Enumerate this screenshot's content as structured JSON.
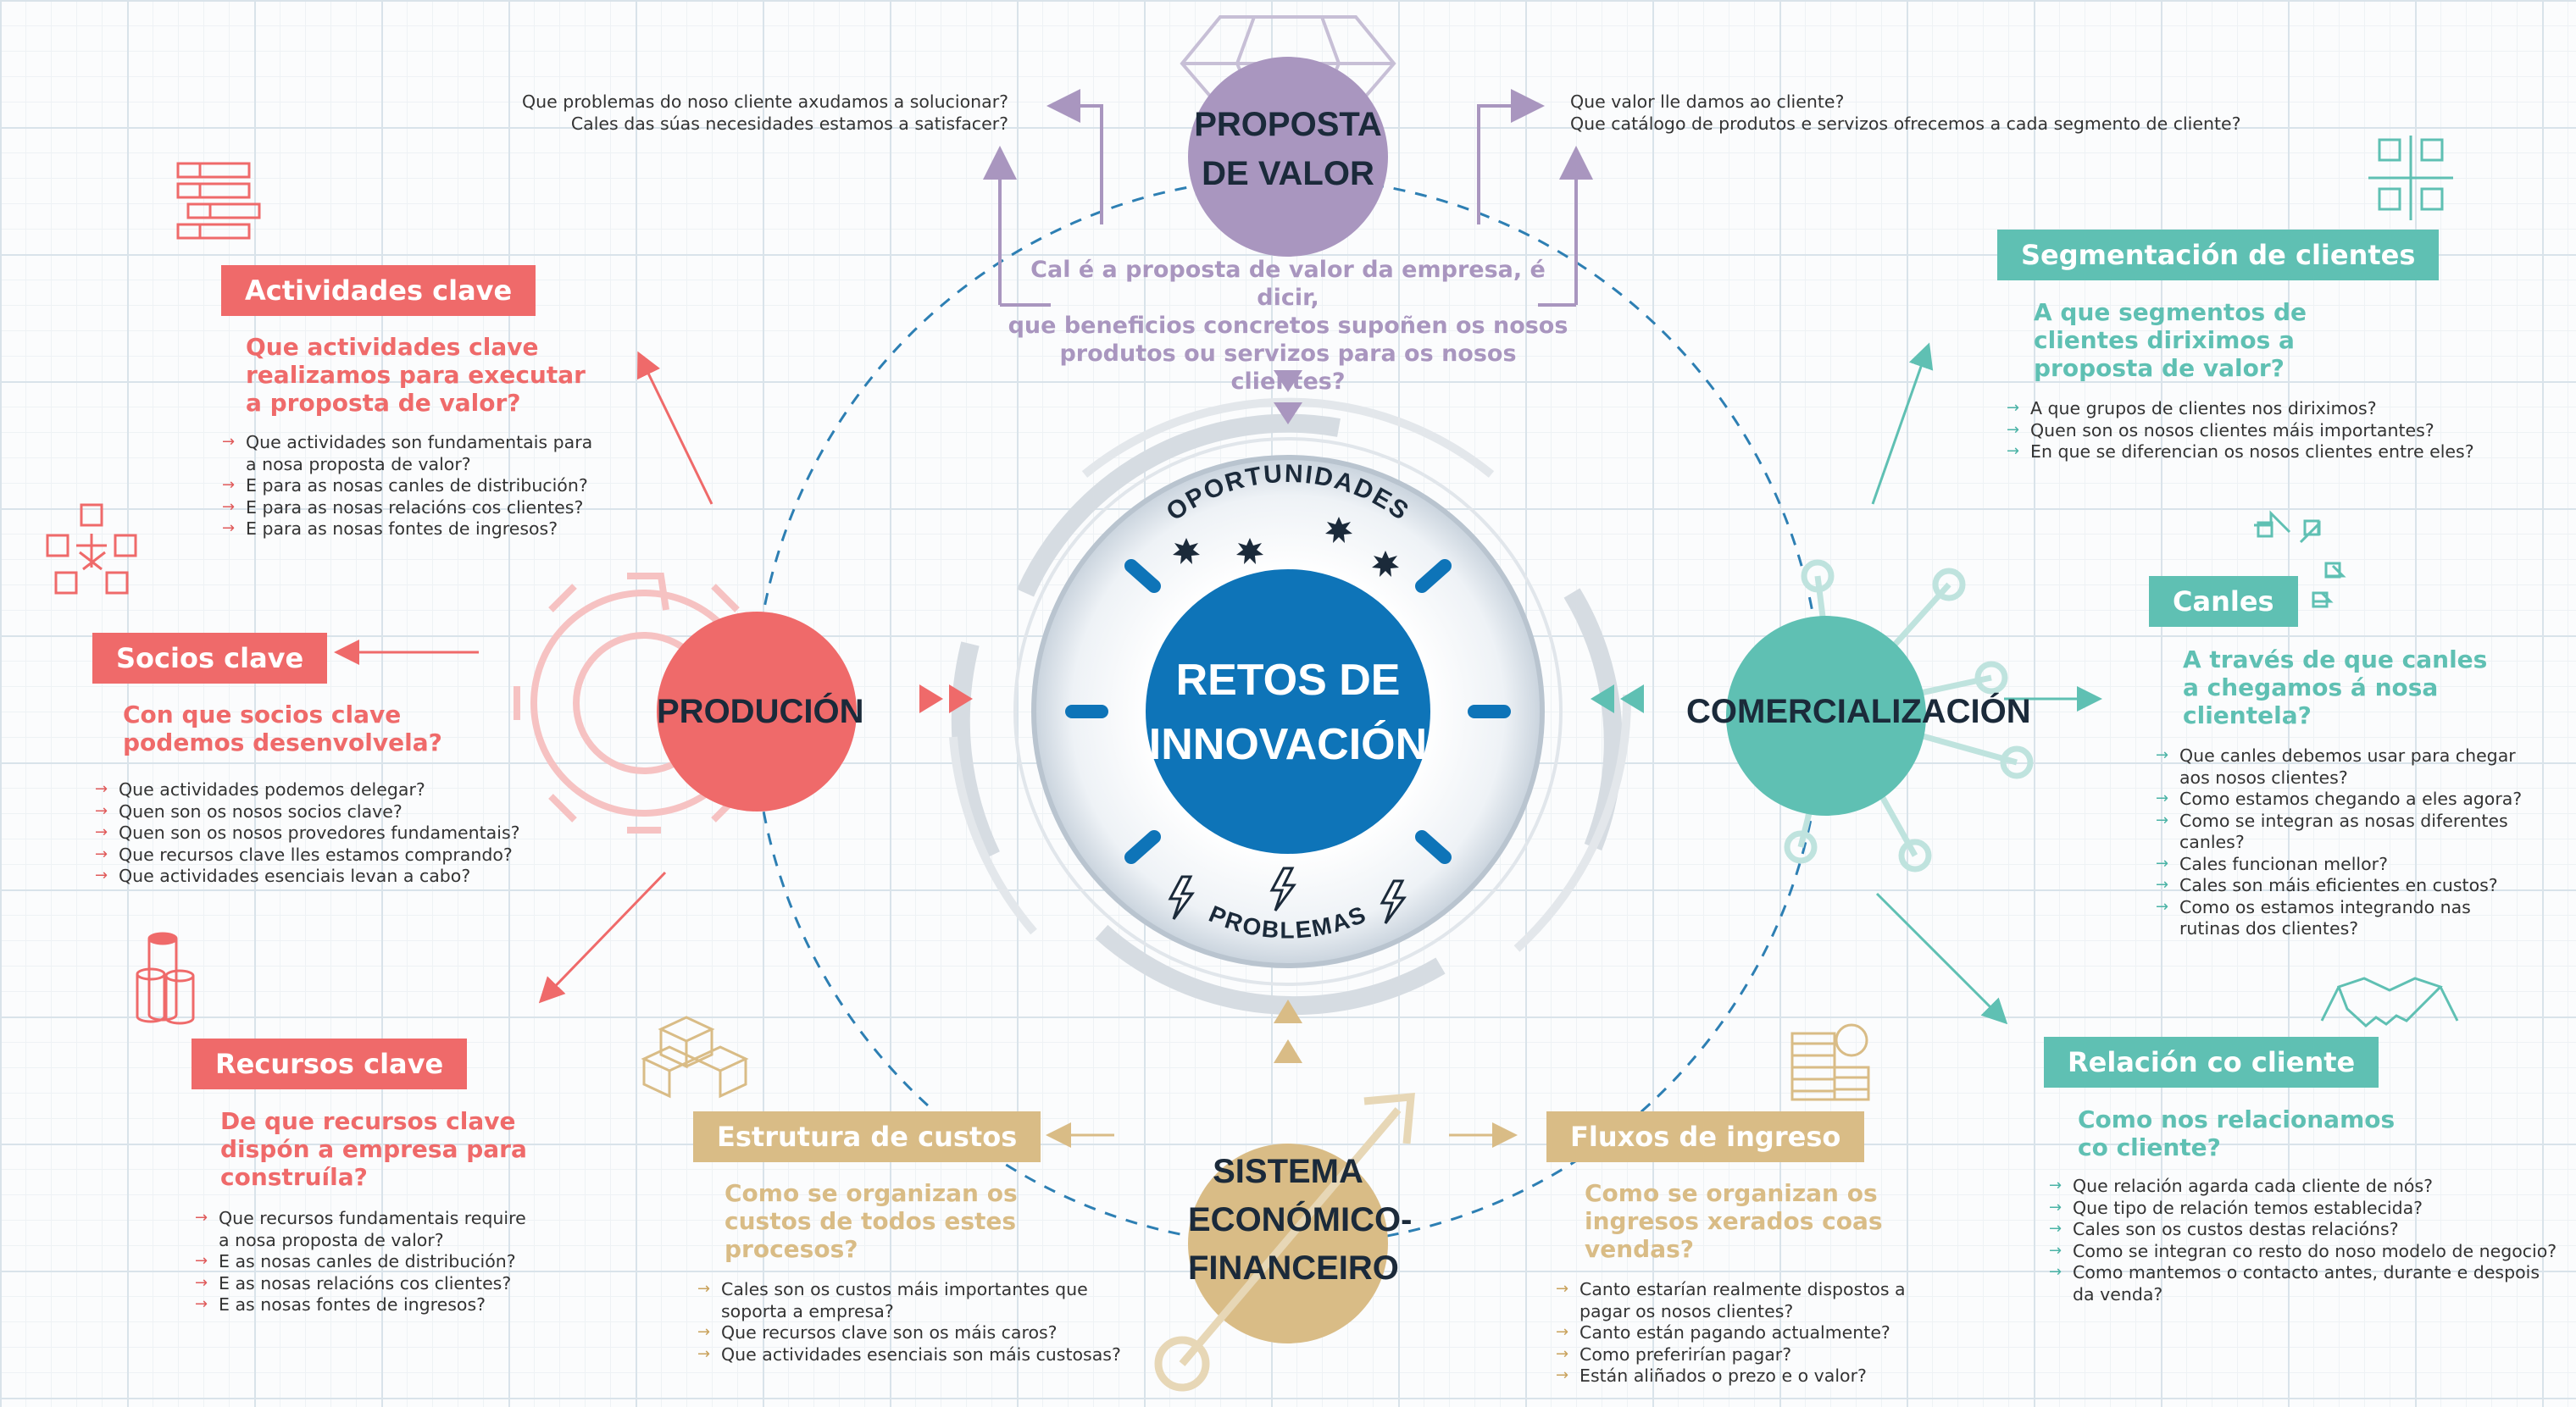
{
  "colors": {
    "red": "#ef6a6a",
    "teal": "#5fc0b3",
    "gold": "#d9bc86",
    "purple": "#a996bf",
    "blue": "#0e74b8",
    "navy": "#1b2a3a"
  },
  "center": {
    "title_line1": "RETOS DE",
    "title_line2": "INNOVACIÓN",
    "top_arc": "OPORTUNIDADES",
    "bottom_arc": "PROBLEMAS"
  },
  "hubs": {
    "value": {
      "line1": "PROPOSTA",
      "line2": "DE VALOR",
      "icon": "diamond-icon"
    },
    "production": {
      "label": "PRODUCIÓN",
      "icon": "gear-icon"
    },
    "commercial": {
      "label": "COMERCIALIZACIÓN",
      "icon": "network-icon"
    },
    "finance": {
      "line1": "SISTEMA",
      "line2": "ECONÓMICO-",
      "line3": "FINANCEIRO",
      "icon": "growth-arrow-icon"
    }
  },
  "value_proposition": {
    "left_q1": "Que problemas do noso cliente axudamos a solucionar?",
    "left_q2": "Cales das súas necesidades estamos a satisfacer?",
    "right_q1": "Que valor lle damos ao cliente?",
    "right_q2": "Que catálogo de produtos e servizos ofrecemos a cada segmento de cliente?",
    "main_q1": "Cal é a proposta de valor da empresa, é dicir,",
    "main_q2": "que beneficios concretos supoñen os nosos",
    "main_q3": "produtos ou servizos para os nosos clientes?"
  },
  "blocks": {
    "key_activities": {
      "title": "Actividades clave",
      "q1": "Que actividades clave",
      "q2": "realizamos para executar",
      "q3": "a proposta de valor?",
      "items": [
        "Que actividades son fundamentais para",
        "a nosa proposta de valor?",
        "E para as nosas canles de distribución?",
        "E para as nosas relacións cos clientes?",
        "E para as nosas fontes de ingresos?"
      ],
      "icon": "checklist-icon"
    },
    "key_partners": {
      "title": "Socios clave",
      "q1": "Con que socios clave",
      "q2": "podemos desenvolvela?",
      "items": [
        "Que actividades podemos delegar?",
        "Quen son os nosos socios clave?",
        "Quen son os nosos provedores fundamentais?",
        "Que recursos clave lles estamos comprando?",
        "Que actividades esenciais levan a cabo?"
      ],
      "icon": "partners-network-icon"
    },
    "key_resources": {
      "title": "Recursos clave",
      "q1": "De que recursos clave",
      "q2": "dispón a empresa para",
      "q3": "construíla?",
      "items": [
        "Que recursos fundamentais require",
        "a nosa proposta de valor?",
        "E as nosas canles de distribución?",
        "E as nosas relacións cos clientes?",
        "E as nosas fontes de ingresos?"
      ],
      "icon": "cylinders-icon"
    },
    "cost_structure": {
      "title": "Estrutura de custos",
      "q1": "Como se organizan os",
      "q2": "custos de todos estes",
      "q3": "procesos?",
      "items": [
        "Cales son os custos máis importantes que",
        "soporta a empresa?",
        "Que recursos clave son os máis caros?",
        "Que actividades esenciais son máis custosas?"
      ],
      "icon": "boxes-icon"
    },
    "revenue_streams": {
      "title": "Fluxos de ingreso",
      "q1": "Como se organizan os",
      "q2": "ingresos xerados coas",
      "q3": "vendas?",
      "items": [
        "Canto estarían realmente dispostos a",
        "pagar os nosos clientes?",
        "Canto están pagando actualmente?",
        "Como preferirían pagar?",
        "Están aliñados o prezo e o valor?"
      ],
      "icon": "coins-icon"
    },
    "customer_segments": {
      "title": "Segmentación de clientes",
      "q1": "A que segmentos de",
      "q2": "clientes diriximos a",
      "q3": "proposta de valor?",
      "items": [
        "A que grupos de clientes nos diriximos?",
        "Quen son os nosos clientes máis importantes?",
        "En que se diferencian os nosos clientes entre eles?"
      ],
      "icon": "segments-icon"
    },
    "channels": {
      "title": "Canles",
      "q1": "A través de que canles",
      "q2": "a chegamos á nosa",
      "q3": "clientela?",
      "items": [
        "Que canles debemos usar para chegar",
        "aos nosos clientes?",
        "Como estamos chegando a eles agora?",
        "Como se integran as nosas diferentes",
        "canles?",
        "Cales funcionan mellor?",
        "Cales son máis eficientes en custos?",
        "Como os estamos integrando nas",
        "rutinas dos clientes?"
      ],
      "icon": "arrows-icon"
    },
    "customer_relationship": {
      "title": "Relación co cliente",
      "q1": "Como nos relacionamos",
      "q2": "co cliente?",
      "items": [
        "Que relación agarda cada cliente de nós?",
        "Que tipo de relación temos establecida?",
        "Cales son os custos destas relacións?",
        "Como se integran co resto do noso modelo de negocio?",
        "Como mantemos o contacto antes, durante e despois",
        "da venda?"
      ],
      "icon": "handshake-icon"
    }
  }
}
